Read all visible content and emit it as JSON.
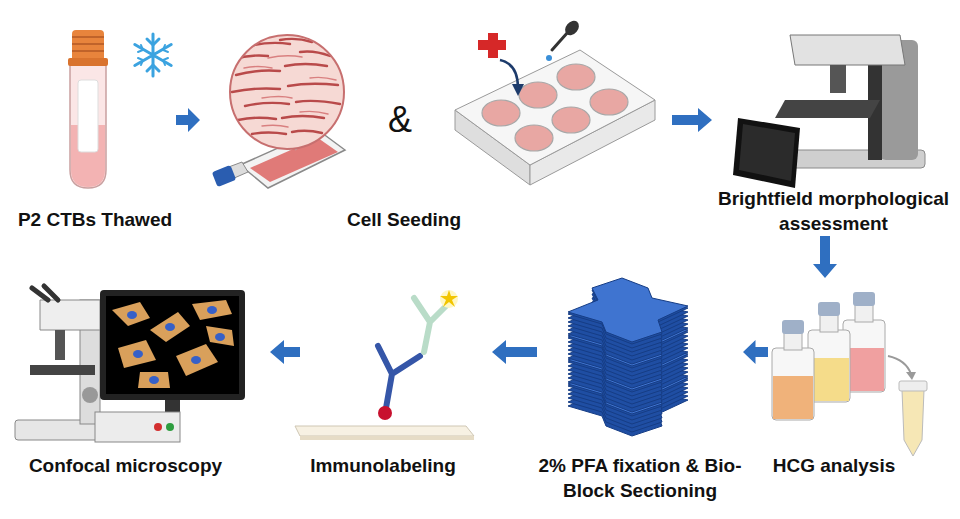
{
  "diagram": {
    "nodes": [
      {
        "text": [
          "P2 CTBs Thawed"
        ]
      },
      {
        "text": [
          "Cell Seeding"
        ]
      },
      {
        "text": [
          "Brightfield morphological assessment"
        ]
      },
      {
        "text": [
          "HCG analysis"
        ]
      },
      {
        "text": [
          "2% PFA fixation & Bio-Block Sectioning"
        ]
      },
      {
        "text": [
          "Immunolabeling"
        ]
      },
      {
        "text": [
          "Confocal microscopy"
        ]
      }
    ],
    "edges": [
      {
        "from": 0,
        "to": 1,
        "arrow": "to"
      },
      {
        "from": 1,
        "to": 2,
        "arrow": "to"
      },
      {
        "from": 2,
        "to": 3,
        "arrow": "to"
      },
      {
        "from": 3,
        "to": 4,
        "arrow": "to"
      },
      {
        "from": 4,
        "to": 5,
        "arrow": "to"
      },
      {
        "from": 5,
        "to": 6,
        "arrow": "to"
      }
    ],
    "labels": [
      "&"
    ]
  }
}
